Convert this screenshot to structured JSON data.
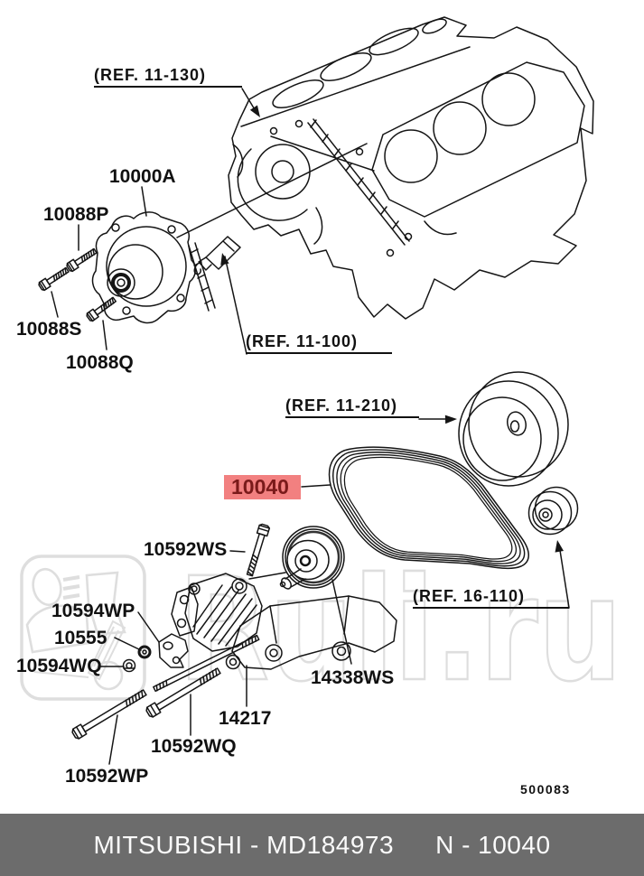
{
  "watermark": {
    "text": "Ruli.ru"
  },
  "callouts": {
    "ref_11_130": "(REF. 11-130)",
    "ref_11_100": "(REF. 11-100)",
    "ref_11_210": "(REF. 11-210)",
    "ref_16_110": "(REF. 16-110)",
    "p10000a": "10000A",
    "p10088p": "10088P",
    "p10088s": "10088S",
    "p10088q": "10088Q",
    "p10040": "10040",
    "p10592ws": "10592WS",
    "p10594wp": "10594WP",
    "p10555": "10555",
    "p10594wq": "10594WQ",
    "p14338ws": "14338WS",
    "p14217": "14217",
    "p10592wq": "10592WQ",
    "p10592wp": "10592WP"
  },
  "drawing_number": "500083",
  "footer": {
    "left": "MITSUBISHI - MD184973",
    "right": "N - 10040"
  },
  "colors": {
    "highlight_bg": "#f28080",
    "highlight_text": "#7a1a1a",
    "footer_bg": "#6c6c6c",
    "line": "#151515",
    "watermark": "#dedede"
  }
}
